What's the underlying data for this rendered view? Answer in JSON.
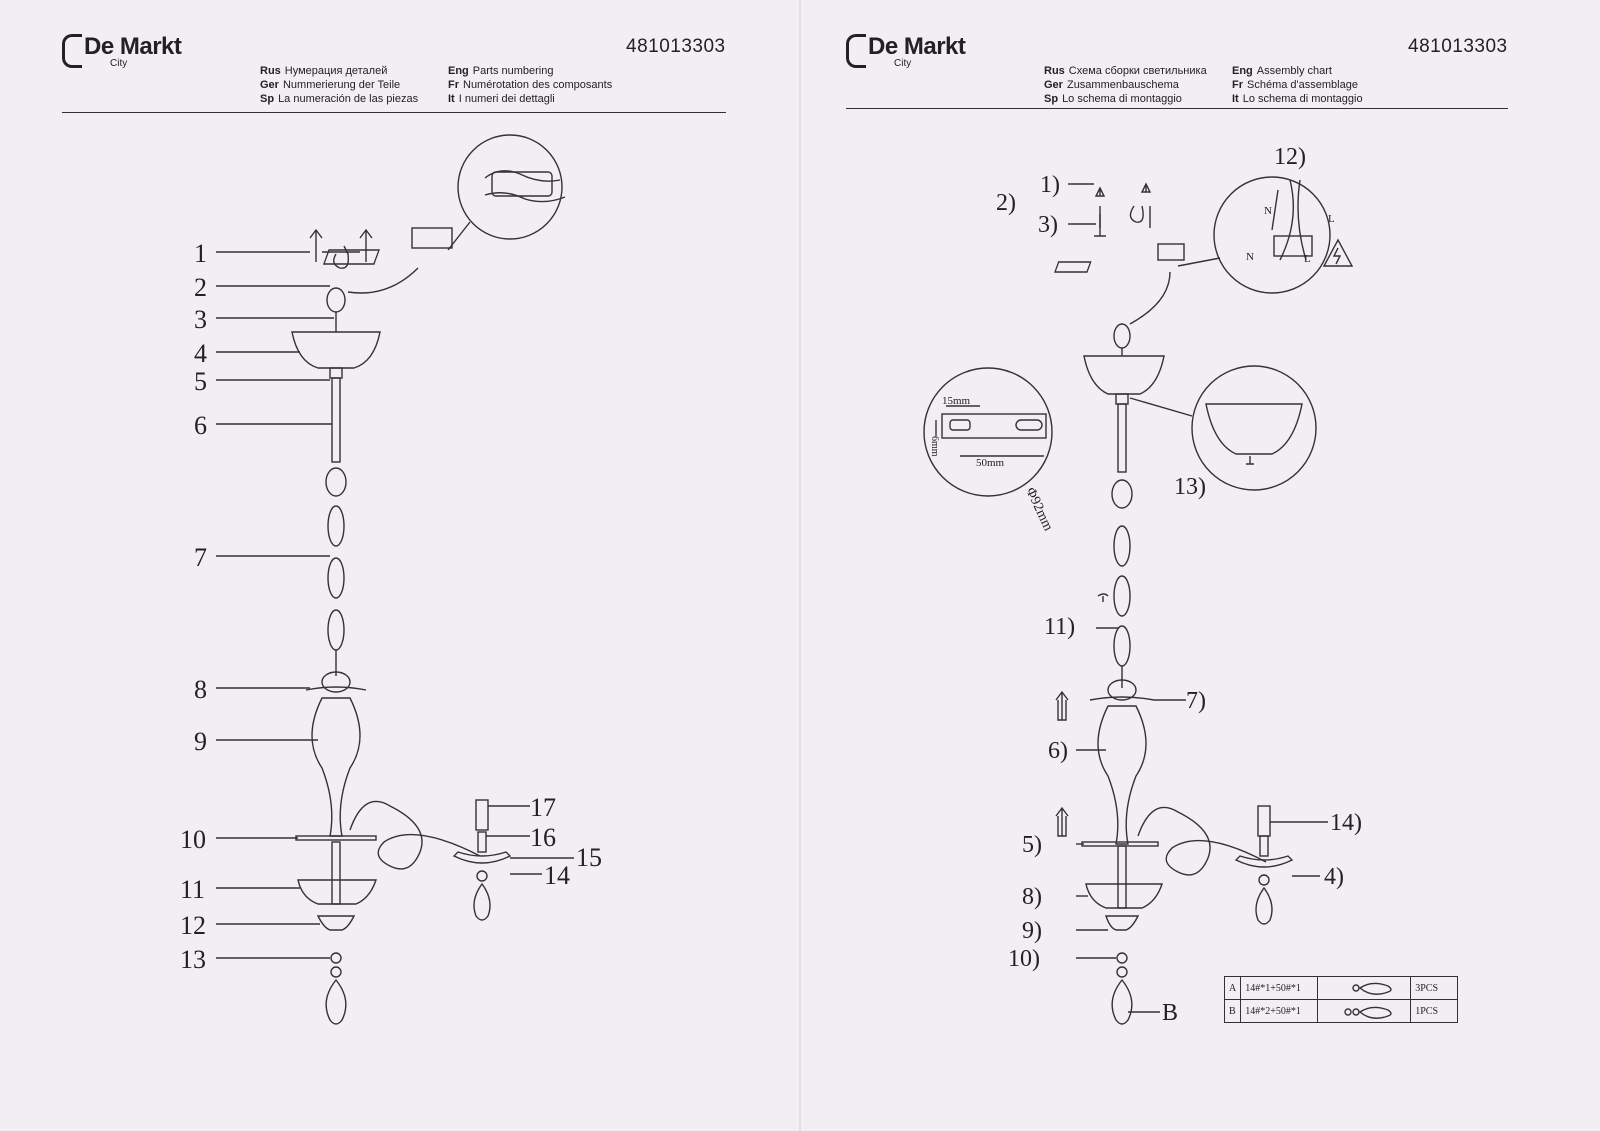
{
  "brand": {
    "name": "De Markt",
    "sub": "City"
  },
  "doc_number": "481013303",
  "left_page": {
    "labels": [
      {
        "lang": "Rus",
        "text": "Нумерация деталей"
      },
      {
        "lang": "Eng",
        "text": "Parts numbering"
      },
      {
        "lang": "Ger",
        "text": "Nummerierung der Teile"
      },
      {
        "lang": "Fr",
        "text": "Numérotation des composants"
      },
      {
        "lang": "Sp",
        "text": "La numeración de las piezas"
      },
      {
        "lang": "It",
        "text": "I numeri dei dettagli"
      }
    ],
    "callouts": [
      "1",
      "2",
      "3",
      "4",
      "5",
      "6",
      "7",
      "8",
      "9",
      "10",
      "11",
      "12",
      "13",
      "14",
      "15",
      "16",
      "17"
    ]
  },
  "right_page": {
    "labels": [
      {
        "lang": "Rus",
        "text": "Схема сборки светильника"
      },
      {
        "lang": "Eng",
        "text": "Assembly chart"
      },
      {
        "lang": "Ger",
        "text": "Zusammenbauschema"
      },
      {
        "lang": "Fr",
        "text": "Schéma d'assemblage"
      },
      {
        "lang": "Sp",
        "text": "Lo schema di montaggio"
      },
      {
        "lang": "It",
        "text": "Lo schema di montaggio"
      }
    ],
    "callouts": [
      "1)",
      "2)",
      "3)",
      "4)",
      "5)",
      "6)",
      "7)",
      "8)",
      "9)",
      "10)",
      "11)",
      "12)",
      "13)",
      "14)",
      "B"
    ],
    "dimensions": {
      "width": "15mm",
      "height": "6mm",
      "length": "50mm",
      "diameter": "Φ92mm"
    },
    "wiring": {
      "neutral": "N",
      "live": "L"
    },
    "table": [
      {
        "key": "A",
        "spec": "14#*1+50#*1",
        "qty": "3PCS"
      },
      {
        "key": "B",
        "spec": "14#*2+50#*1",
        "qty": "1PCS"
      }
    ]
  }
}
